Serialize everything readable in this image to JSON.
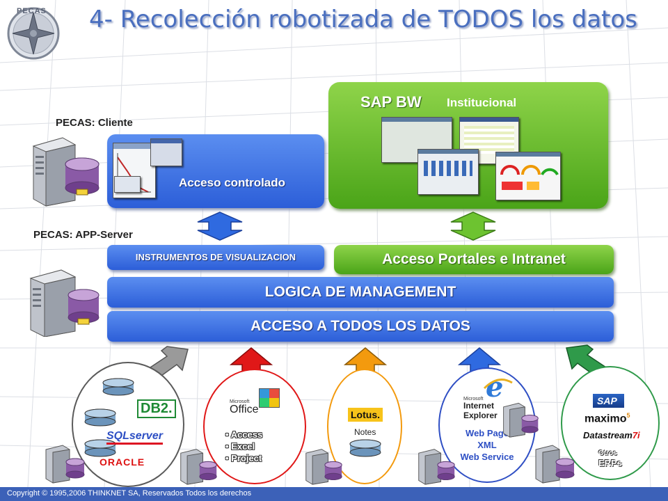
{
  "title": "4- Recolección robotizada de TODOS los datos",
  "logo_text": "PECAS",
  "labels": {
    "cliente": "PECAS: Cliente",
    "app_server": "PECAS: APP-Server"
  },
  "panels": {
    "acceso_controlado": "Acceso controlado",
    "sap_bw": "SAP BW",
    "institucional": "Institucional",
    "instrumentos": "INSTRUMENTOS DE VISUALIZACION",
    "portales": "Acceso Portales e Intranet",
    "logica": "LOGICA DE MANAGEMENT",
    "acceso_datos": "ACCESO A TODOS LOS DATOS"
  },
  "sources": {
    "db": {
      "db2": "DB2.",
      "sqlserver": "SQLserver",
      "oracle": "ORACLE"
    },
    "office": {
      "brand_small": "Microsoft",
      "brand": "Office",
      "items": [
        "Access",
        "Excel",
        "Project"
      ]
    },
    "lotus": {
      "brand": "Lotus.",
      "label": "Notes"
    },
    "web": {
      "brand_small": "Microsoft",
      "brand": "Internet Explorer",
      "lines": [
        "Web Page",
        "XML",
        "Web Service"
      ]
    },
    "erp": {
      "sap": "SAP",
      "maximo": "maximo",
      "maximo_sup": "5",
      "datastream": "Datastream",
      "datastream_sup": "7i",
      "otros": "Otros",
      "erps": "ERPs"
    }
  },
  "footer": "Copyright © 1995,2006 THINKNET SA, Reservados Todos los derechos",
  "colors": {
    "blue": "#2c5ed8",
    "green": "#5cb82a",
    "arrow_red": "#e01818",
    "arrow_orange": "#f39a0e",
    "arrow_blue": "#2f6ae0",
    "arrow_green": "#2f9a4a",
    "arrow_gray": "#8a8a8a"
  }
}
